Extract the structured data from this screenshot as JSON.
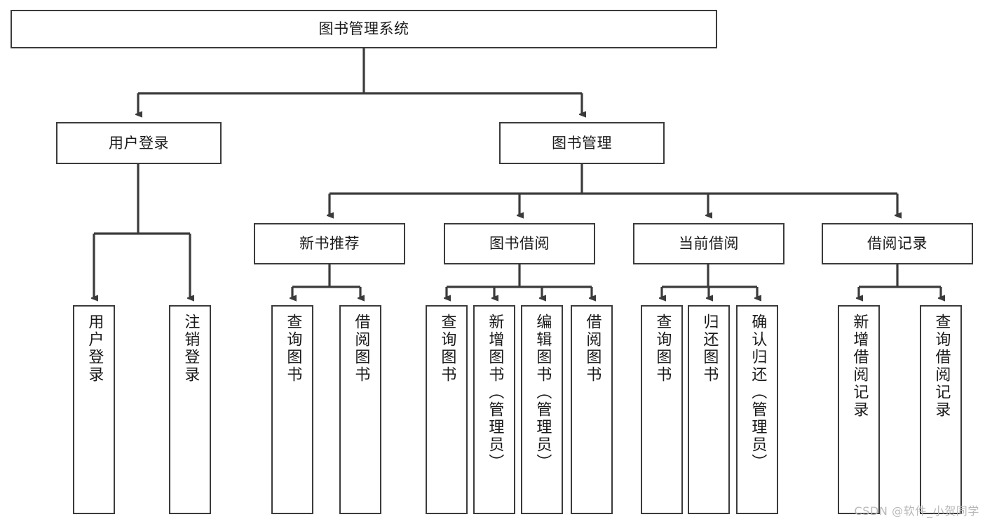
{
  "diagram": {
    "type": "tree",
    "title": "图书管理系统",
    "stroke_color": "#3b3b3b",
    "text_color": "#1a1a1a",
    "background": "#ffffff",
    "root": {
      "label": "图书管理系统"
    },
    "level2": [
      {
        "label": "用户登录"
      },
      {
        "label": "图书管理"
      }
    ],
    "level3": [
      {
        "label": "新书推荐"
      },
      {
        "label": "图书借阅"
      },
      {
        "label": "当前借阅"
      },
      {
        "label": "借阅记录"
      }
    ],
    "leaves": {
      "user_login": [
        {
          "label": "用户登录"
        },
        {
          "label": "注销登录"
        }
      ],
      "new_book_recommend": [
        {
          "label": "查询图书"
        },
        {
          "label": "借阅图书"
        }
      ],
      "book_borrow": [
        {
          "label": "查询图书"
        },
        {
          "label": "新增图书（管理员）"
        },
        {
          "label": "编辑图书（管理员）"
        },
        {
          "label": "借阅图书"
        }
      ],
      "current_borrow": [
        {
          "label": "查询图书"
        },
        {
          "label": "归还图书"
        },
        {
          "label": "确认归还（管理员）"
        }
      ],
      "borrow_record": [
        {
          "label": "新增借阅记录"
        },
        {
          "label": "查询借阅记录"
        }
      ]
    }
  },
  "watermark": {
    "text": "CSDN @软件_小贺同学"
  }
}
